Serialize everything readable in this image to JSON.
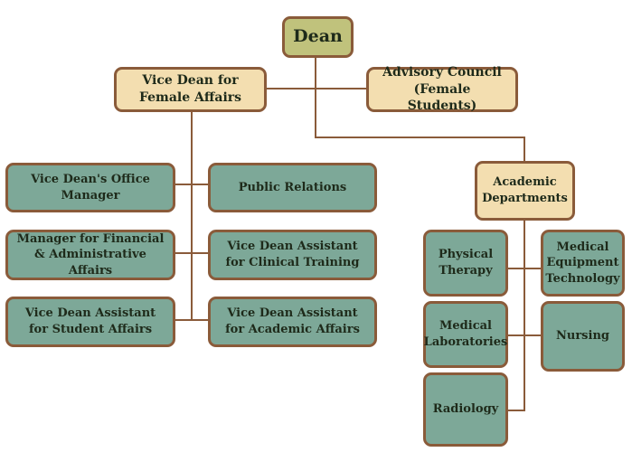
{
  "dean": "Dean",
  "vice_dean": "Vice Dean for Female Affairs",
  "advisory_council": "Advisory Council (Female Students)",
  "academic_departments": "Academic Departments",
  "colors": {
    "connector": "#8a5b3a",
    "olive": "#c0c27c",
    "tan": "#f3deb0",
    "teal": "#7da898"
  },
  "vice_dean_units": [
    "Vice Dean's Office Manager",
    "Public Relations",
    "Manager for Financial & Administrative Affairs",
    "Vice Dean Assistant for Clinical Training",
    "Vice Dean Assistant for Student Affairs",
    "Vice Dean Assistant for Academic Affairs"
  ],
  "departments": [
    "Physical Therapy",
    "Medical Equipment Technology",
    "Medical Laboratories",
    "Nursing",
    "Radiology"
  ]
}
